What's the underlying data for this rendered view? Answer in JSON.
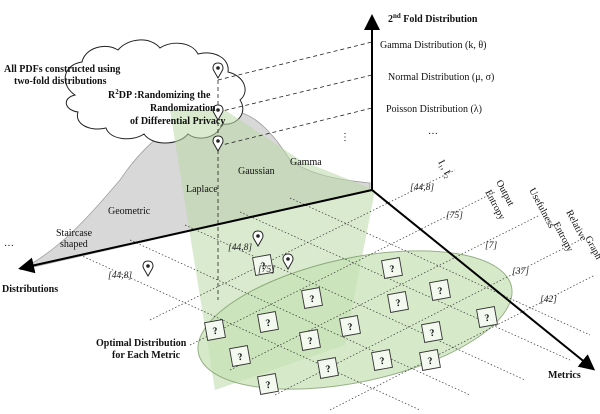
{
  "header": {
    "cloud_line1": "All PDFs constructed using",
    "cloud_line2": "two-fold distributions",
    "title_line1": "R",
    "title_sup": "2",
    "title_line1_rest": "DP :Randomizing the",
    "title_line2": "Randomization",
    "title_line3": "of Differential Privacy"
  },
  "axes": {
    "vertical_prefix": "2",
    "vertical_sup": "nd",
    "vertical_rest": " Fold Distribution",
    "left": "Distributions",
    "right": "Metrics",
    "vertical_ellipsis": "⋮",
    "left_ellipsis": "…"
  },
  "second_fold": {
    "items": [
      "Gamma Distribution (k, θ)",
      "Normal Distribution (μ, σ)",
      "Poisson Distribution (λ)"
    ],
    "ellipsis": "…"
  },
  "distributions": {
    "staircase_1": "Staircase",
    "staircase_2": "shaped",
    "geometric": "Geometric",
    "laplace": "Laplace",
    "gaussian": "Gaussian",
    "gamma": "Gamma"
  },
  "metrics": {
    "i1i2": "I₁, I₂",
    "output_entropy_1": "Output",
    "output_entropy_2": "Entropy",
    "usefulness": "Usefulness",
    "relative_entropy_1": "Relative",
    "relative_entropy_2": "Entropy",
    "graph": "Graph"
  },
  "refs": {
    "r448_top": "[44,8]",
    "r75_top": "[75]",
    "r7": "[7]",
    "r37": "[37]",
    "r42": "[42]",
    "r448_a": "[44,8]",
    "r75_b": "[75]",
    "r448_c": "[44,8]"
  },
  "optimal": {
    "line1": "Optimal Distribution",
    "line2": "for Each Metric"
  },
  "question_mark": "?"
}
